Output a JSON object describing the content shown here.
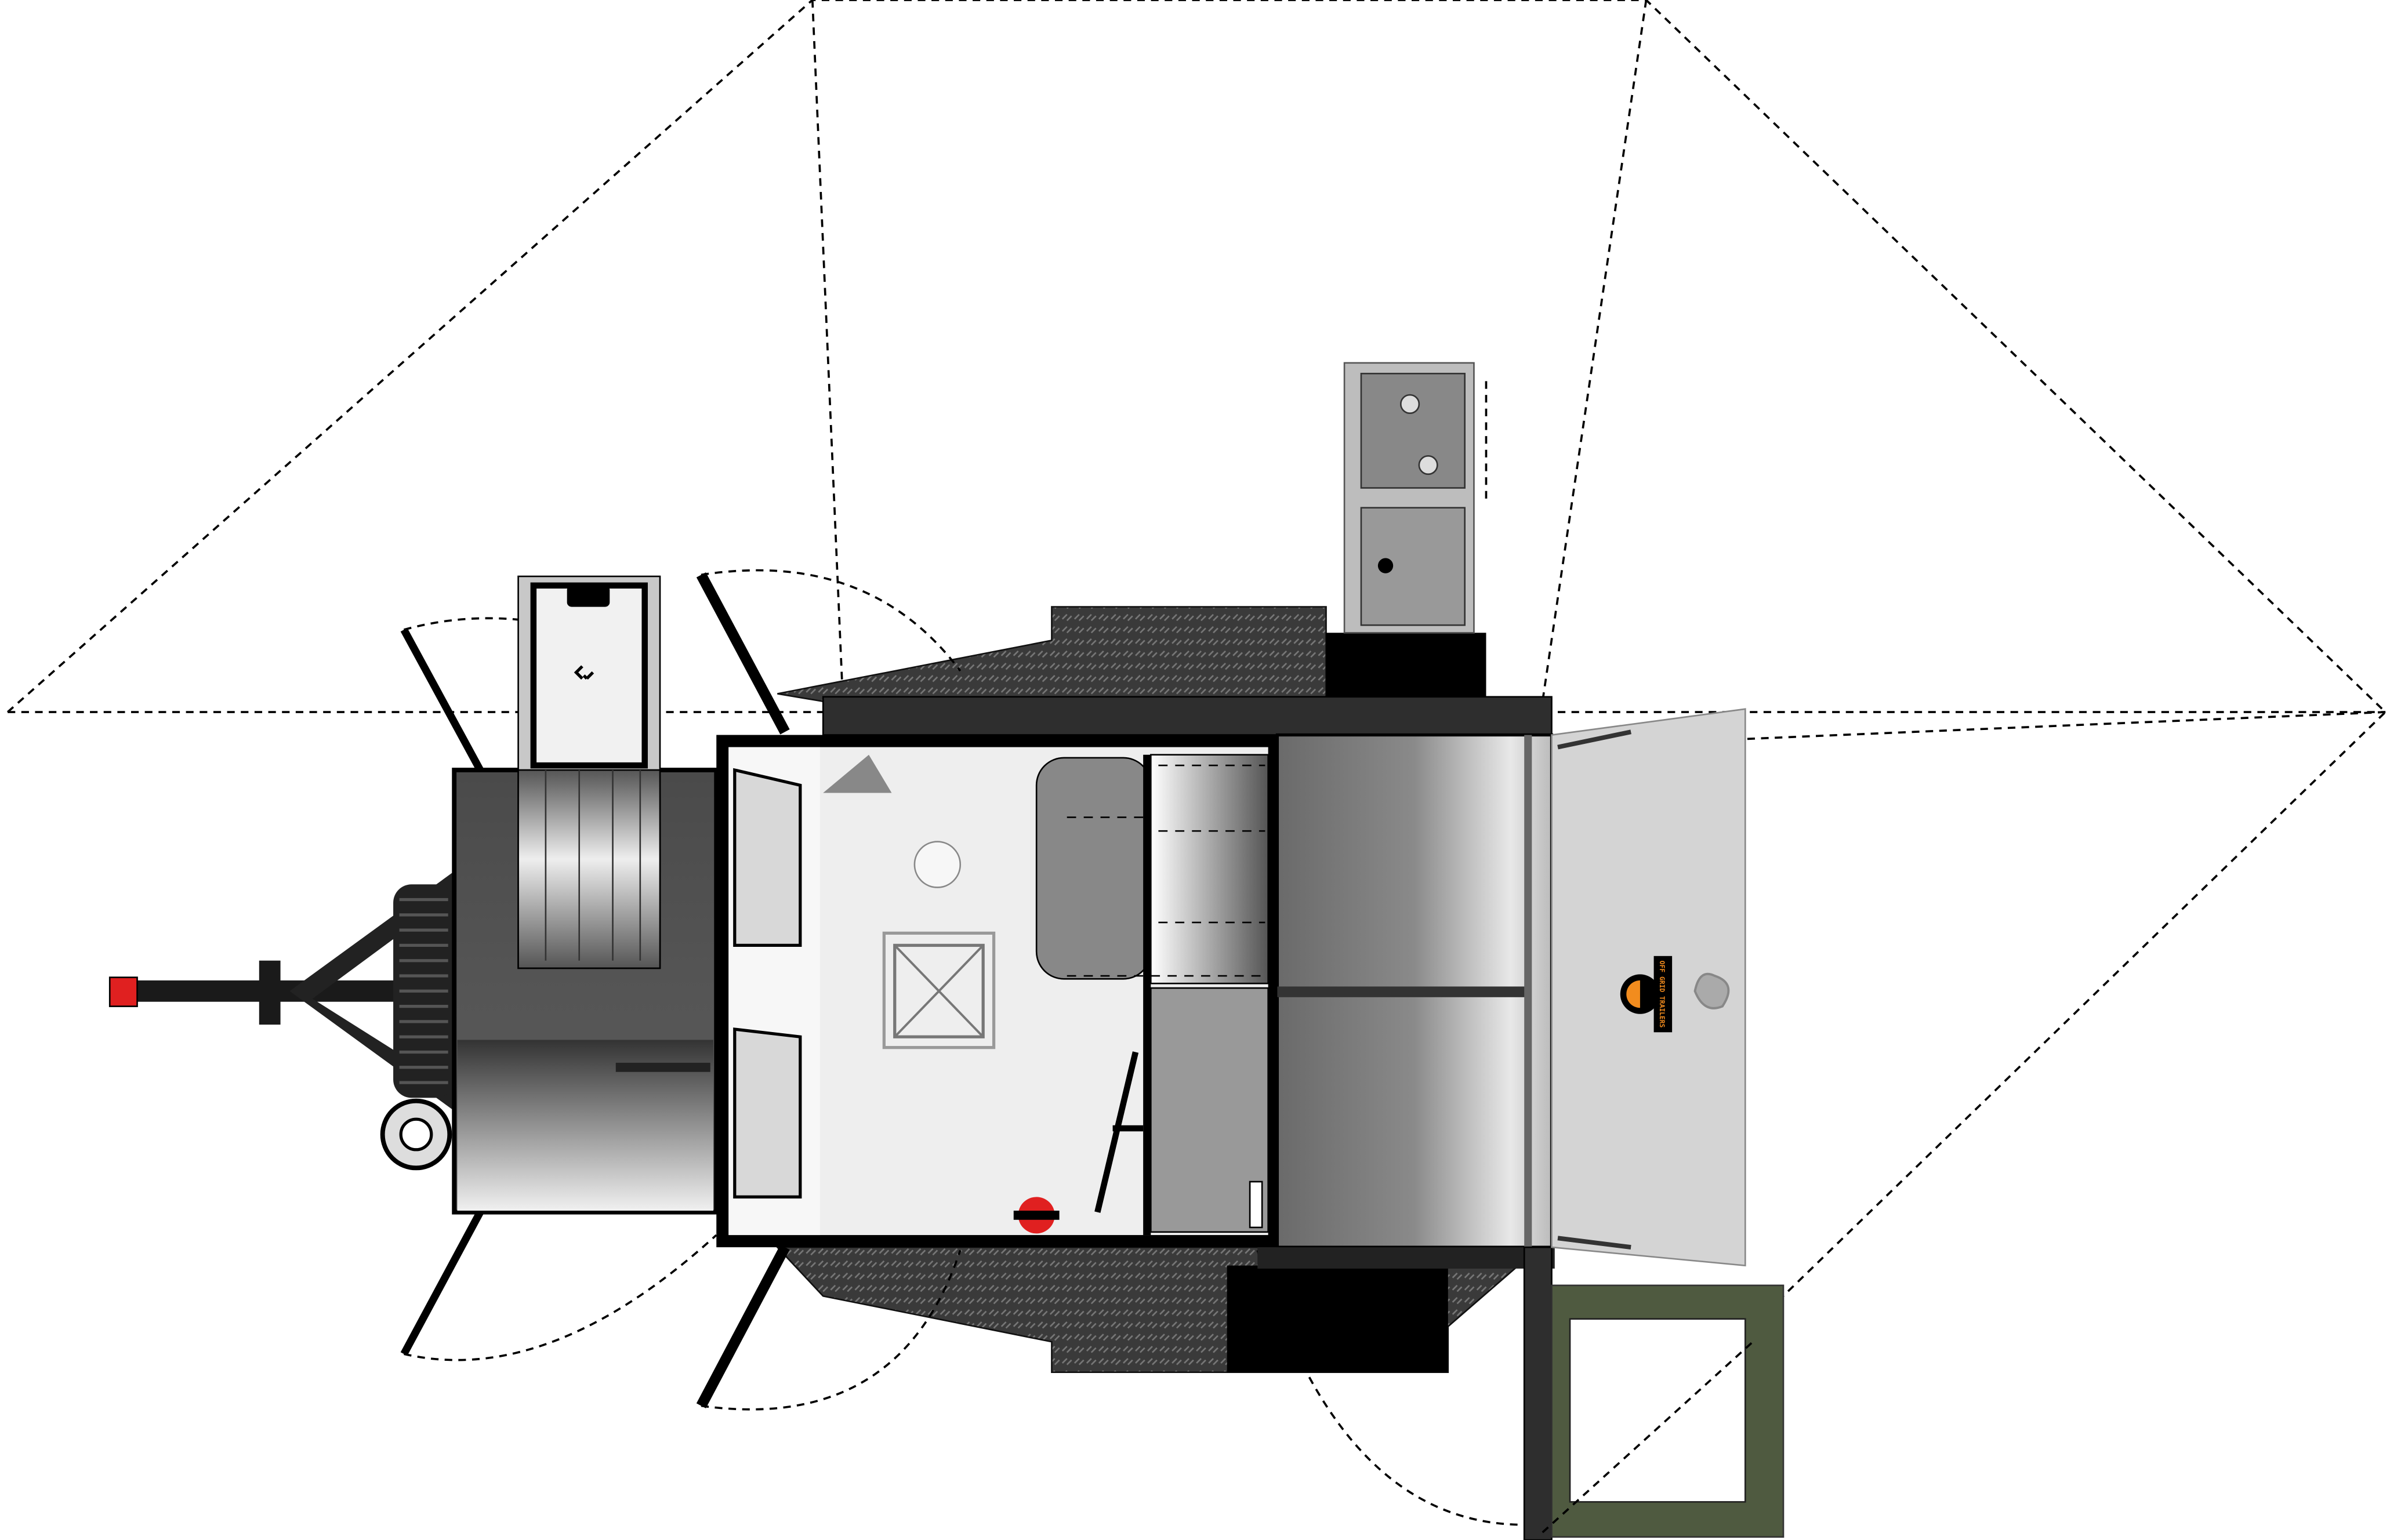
{
  "diagram": {
    "title": "Off-road camper trailer top-view layout",
    "brand_logo": "OFF GRID TRAILERS",
    "colors": {
      "body": "#1a1a1a",
      "interior": "#eeeeee",
      "diamond_plate": "#3a3a3a",
      "tail_light": "#e02020",
      "table_frame": "#4f5a40",
      "logo_orange": "#f28c1e",
      "door": "#d4d4d4"
    },
    "components": [
      "tongue",
      "tail-light",
      "spare-tire",
      "front-storage-box",
      "cooler",
      "bed",
      "pillows",
      "roof-vent",
      "fan",
      "cabinet",
      "shelf",
      "ladder",
      "rear-galley",
      "galley-door",
      "kitchen-sink-unit",
      "fender-left",
      "fender-right",
      "awning-outline",
      "door-swing-arcs",
      "side-table"
    ]
  }
}
